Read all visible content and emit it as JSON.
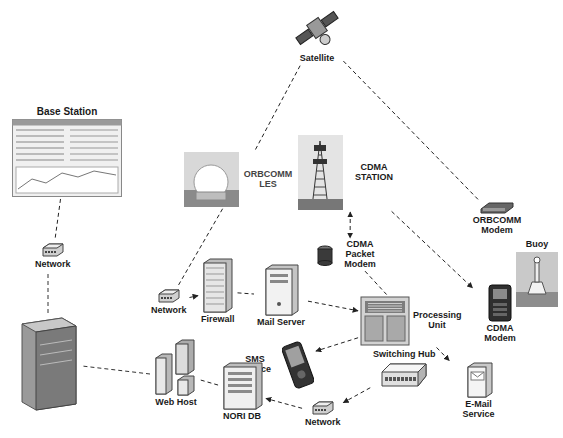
{
  "diagram": {
    "nodes": [
      {
        "text": [
          "Satellite"
        ]
      },
      {
        "text": [
          "Base Station"
        ]
      },
      {
        "text": [
          "ORBCOMM LES"
        ]
      },
      {
        "text": [
          "CDMA STATION"
        ]
      },
      {
        "text": [
          "ORBCOMM Modem"
        ]
      },
      {
        "text": [
          "Buoy"
        ]
      },
      {
        "text": [
          "CDMA Modem"
        ]
      },
      {
        "text": [
          "CDMA Packet Modem"
        ]
      },
      {
        "text": [
          "Network"
        ]
      },
      {
        "text": [
          "Network"
        ]
      },
      {
        "text": [
          "Firewall"
        ]
      },
      {
        "text": [
          "Mail Server"
        ]
      },
      {
        "text": [
          "Processing Unit"
        ]
      },
      {
        "text": [
          "SMS Service"
        ]
      },
      {
        "text": [
          "Switching Hub"
        ]
      },
      {
        "text": [
          "E-Mail Service"
        ]
      },
      {
        "text": [
          "Network"
        ]
      },
      {
        "text": [
          "NORI DB"
        ]
      },
      {
        "text": [
          "Web Host"
        ]
      }
    ],
    "edges": [
      {
        "from": 0,
        "to": 2,
        "arrow": "none"
      },
      {
        "from": 0,
        "to": 4,
        "arrow": "none"
      },
      {
        "from": 1,
        "to": 8,
        "arrow": "none"
      },
      {
        "from": 2,
        "to": 9,
        "arrow": "none"
      },
      {
        "from": 9,
        "to": 10,
        "arrow": "to"
      },
      {
        "from": 10,
        "to": 11,
        "arrow": "none"
      },
      {
        "from": 11,
        "to": 12,
        "arrow": "to"
      },
      {
        "from": 3,
        "to": 7,
        "arrow": "both"
      },
      {
        "from": 3,
        "to": 6,
        "arrow": "to"
      },
      {
        "from": 7,
        "to": 12,
        "arrow": "none"
      },
      {
        "from": 12,
        "to": 13,
        "arrow": "to"
      },
      {
        "from": 12,
        "to": 14,
        "arrow": "none"
      },
      {
        "from": 12,
        "to": 15,
        "arrow": "to"
      },
      {
        "from": 14,
        "to": 16,
        "arrow": "to"
      },
      {
        "from": 16,
        "to": 17,
        "arrow": "to"
      },
      {
        "from": 17,
        "to": 18,
        "arrow": "none"
      }
    ]
  }
}
